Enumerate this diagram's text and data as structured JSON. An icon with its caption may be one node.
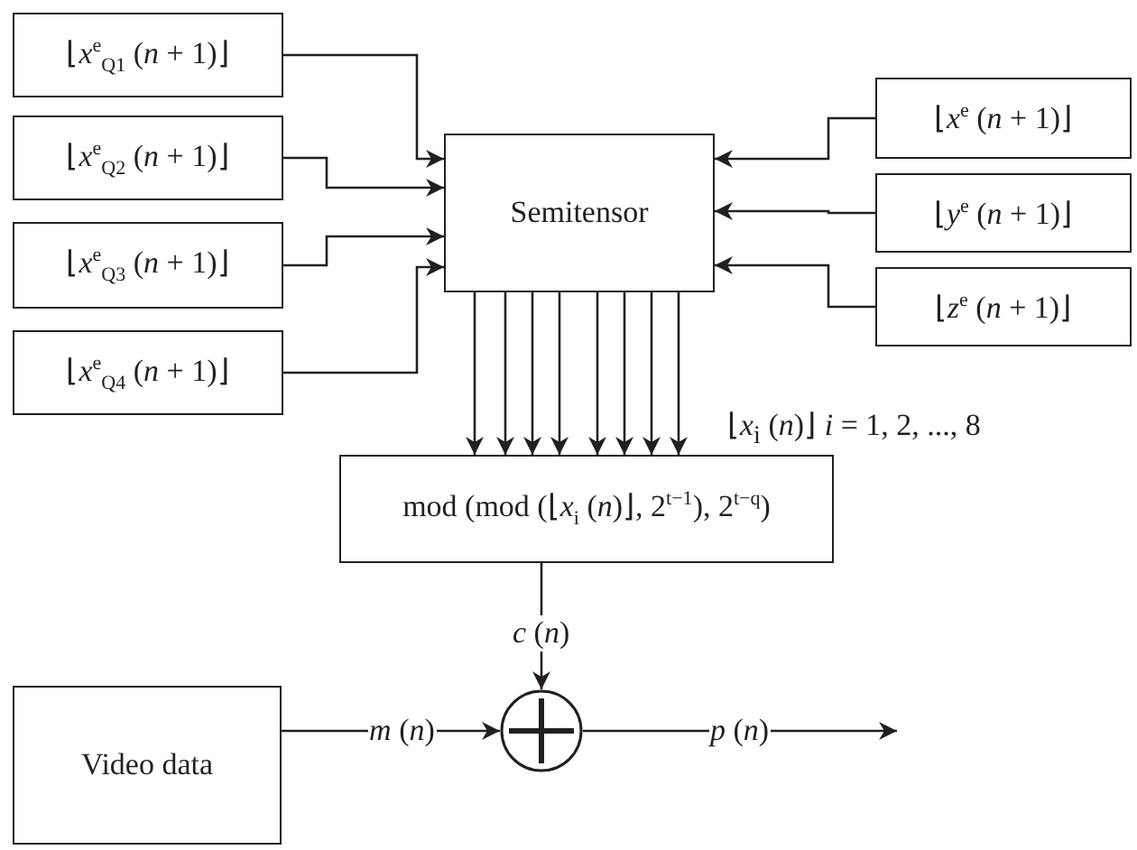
{
  "diagram": {
    "nodes": [
      {
        "text": [
          "⌊*x*$^{e}$$_{Q1}$ (*n* + 1)⌋"
        ]
      },
      {
        "text": [
          "⌊*x*$^{e}$$_{Q2}$ (*n* + 1)⌋"
        ]
      },
      {
        "text": [
          "⌊*x*$^{e}$$_{Q3}$ (*n* + 1)⌋"
        ]
      },
      {
        "text": [
          "⌊*x*$^{e}$$_{Q4}$ (*n* + 1)⌋"
        ]
      },
      {
        "text": [
          "Semitensor"
        ]
      },
      {
        "text": [
          "⌊*x*$^{e}$ (*n* + 1)⌋"
        ]
      },
      {
        "text": [
          "⌊*y*$^{e}$ (*n* + 1)⌋"
        ]
      },
      {
        "text": [
          "⌊*z*$^{e}$ (*n* + 1)⌋"
        ]
      },
      {
        "text": [
          "mod (mod (⌊*x*$_{i}$ (*n*)⌋, 2$^{t−1}$), 2$^{t−q}$)"
        ]
      },
      {
        "text": [],
        "shape": "circle"
      },
      {
        "text": [
          "Video data"
        ]
      }
    ],
    "edges": [
      {
        "from": 0,
        "to": 4,
        "arrow": "to"
      },
      {
        "from": 1,
        "to": 4,
        "arrow": "to"
      },
      {
        "from": 2,
        "to": 4,
        "arrow": "to"
      },
      {
        "from": 3,
        "to": 4,
        "arrow": "to"
      },
      {
        "from": 5,
        "to": 4,
        "arrow": "to"
      },
      {
        "from": 6,
        "to": 4,
        "arrow": "to"
      },
      {
        "from": 7,
        "to": 4,
        "arrow": "to"
      },
      {
        "from": 4,
        "to": 8,
        "arrow": "to"
      },
      {
        "from": 4,
        "to": 8,
        "arrow": "to"
      },
      {
        "from": 4,
        "to": 8,
        "arrow": "to"
      },
      {
        "from": 4,
        "to": 8,
        "arrow": "to"
      },
      {
        "from": 4,
        "to": 8,
        "arrow": "to"
      },
      {
        "from": 4,
        "to": 8,
        "arrow": "to"
      },
      {
        "from": 4,
        "to": 8,
        "arrow": "to"
      },
      {
        "from": 4,
        "to": 8,
        "arrow": "to"
      },
      {
        "from": 8,
        "to": 9,
        "arrow": "to",
        "label": "*c* (*n*)"
      },
      {
        "from": 10,
        "to": 9,
        "arrow": "to",
        "label": "*m* (*n*)"
      },
      {
        "from": 9,
        "to": null,
        "arrow": "to",
        "label": "*p* (*n*)"
      }
    ],
    "labels": [
      "⌊*x*$_{i}$ (*n*)⌋ *i* = 1, 2, ..., 8"
    ]
  }
}
